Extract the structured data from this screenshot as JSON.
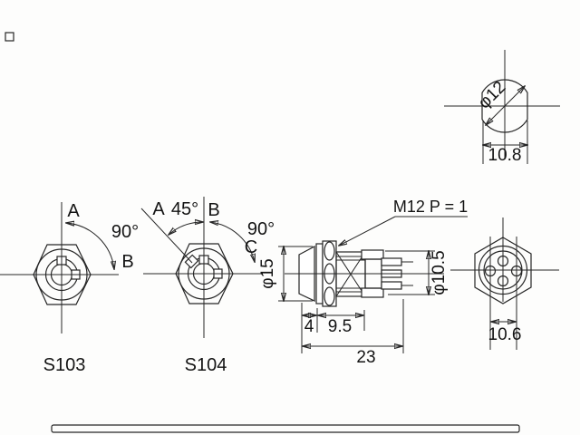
{
  "page": {
    "background": "#fdfdfc",
    "line_color": "#262626"
  },
  "marks": {
    "corner_square_color": "#213013",
    "scrollbar_color": "#3c63c8"
  },
  "top_view": {
    "dia": "φ12",
    "width": "10.8"
  },
  "s103": {
    "axis_a": "A",
    "angle_ab": "90°",
    "axis_b": "B",
    "model": "S103"
  },
  "s104": {
    "axis_a": "A",
    "angle_ab": "45°",
    "axis_b": "B",
    "angle_bc": "90°",
    "axis_c": "C",
    "model": "S104"
  },
  "side_view": {
    "thread": "M12 P = 1",
    "head_dia": "φ15",
    "body_dia": "φ10.5",
    "dim_head": "4",
    "dim_thread": "9.5",
    "dim_total": "23"
  },
  "rear_view": {
    "pin_span": "10.6"
  }
}
